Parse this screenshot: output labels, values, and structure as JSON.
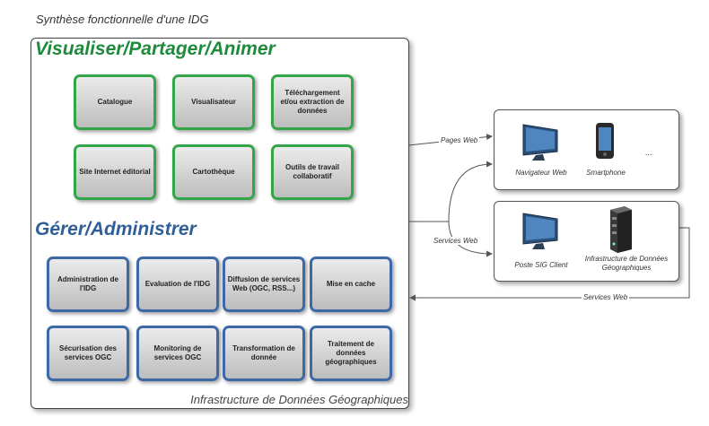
{
  "title": "Synthèse fonctionnelle d'une IDG",
  "visualiser": {
    "heading": "Visualiser/Partager/Animer",
    "modules": [
      "Catalogue",
      "Visualisateur",
      "Téléchargement et/ou extraction de données",
      "Site Internet éditorial",
      "Cartothèque",
      "Outils de travail collaboratif"
    ]
  },
  "gerer": {
    "heading": "Gérer/Administrer",
    "modules": [
      "Administration de l'IDG",
      "Evaluation de l'IDG",
      "Diffusion de services Web (OGC, RSS...)",
      "Mise en cache",
      "Sécurisation des services OGC",
      "Monitoring de services OGC",
      "Transformation de donnée",
      "Traitement de données géographiques"
    ]
  },
  "infra_label": "Infrastructure de Données Géographiques",
  "web_clients": {
    "navigateur": "Navigateur Web",
    "smartphone": "Smartphone",
    "ellipsis": "..."
  },
  "sig_clients": {
    "poste": "Poste SIG Client",
    "infra": "Infrastructure de Données Géographiques"
  },
  "edges": {
    "pages_web": "Pages Web",
    "services_web_1": "Services Web",
    "services_web_2": "Services Web"
  },
  "colors": {
    "green": "#1e8a3c",
    "blue": "#2f5f98"
  }
}
